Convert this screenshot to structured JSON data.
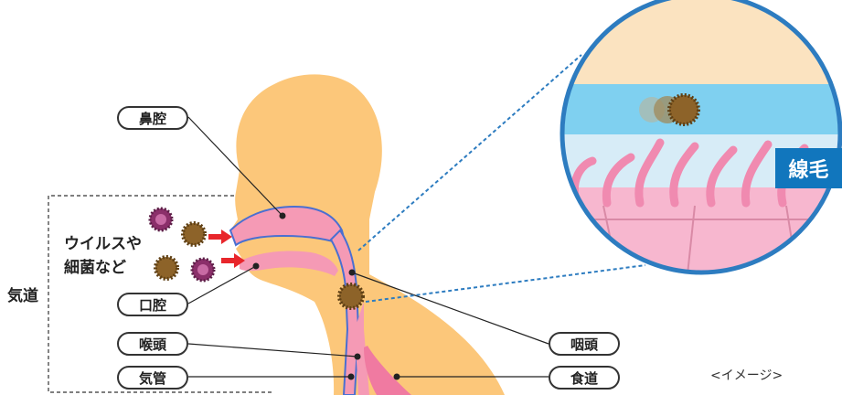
{
  "labels": {
    "nasal_cavity": "鼻腔",
    "oral_cavity": "口腔",
    "larynx": "喉頭",
    "trachea": "気管",
    "pharynx": "咽頭",
    "esophagus": "食道",
    "airway": "気道",
    "pathogens_line1": "ウイルスや",
    "pathogens_line2": "細菌など",
    "cilia": "線毛",
    "image_note": "<イメージ>"
  },
  "colors": {
    "skin": "#fcc77a",
    "airway_pink": "#f59ab5",
    "airway_line": "#4a6fd1",
    "cilia_pink": "#f08ab0",
    "mucus_blue": "#7fd0f0",
    "tag_blue": "#1176bd",
    "virus_brown": "#8d6329",
    "virus_purple": "#8b2f6a",
    "arrow_red": "#e8262b"
  }
}
